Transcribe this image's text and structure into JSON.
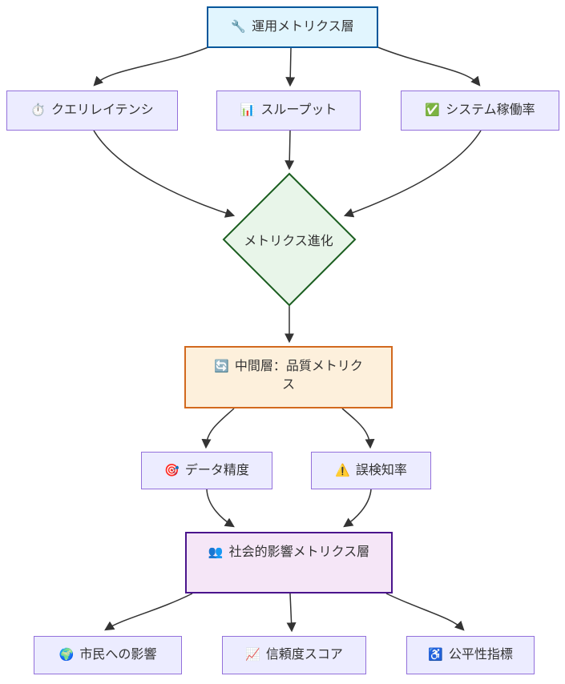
{
  "diagram": {
    "type": "flowchart-top-down",
    "nodes": {
      "ops_layer": {
        "icon": "wrench-icon",
        "glyph": "🔧",
        "label": "運用メトリクス層"
      },
      "query_latency": {
        "icon": "stopwatch-icon",
        "glyph": "⏱️",
        "label": "クエリレイテンシ"
      },
      "throughput": {
        "icon": "bar-chart-icon",
        "glyph": "📊",
        "label": "スループット"
      },
      "uptime": {
        "icon": "check-mark-icon",
        "glyph": "✅",
        "label": "システム稼働率"
      },
      "evolution": {
        "label": "メトリクス進化"
      },
      "mid_layer": {
        "icon": "cycle-arrows-icon",
        "glyph": "🔄",
        "label": "中間層：品質メトリクス"
      },
      "data_accuracy": {
        "icon": "target-icon",
        "glyph": "🎯",
        "label": "データ精度"
      },
      "false_positive": {
        "icon": "warning-icon",
        "glyph": "⚠️",
        "label": "誤検知率"
      },
      "social_layer": {
        "icon": "people-icon",
        "glyph": "👥",
        "label": "社会的影響メトリクス層"
      },
      "citizen_impact": {
        "icon": "globe-icon",
        "glyph": "🌍",
        "label": "市民への影響"
      },
      "trust_score": {
        "icon": "chart-increasing-icon",
        "glyph": "📈",
        "label": "信頼度スコア"
      },
      "fairness": {
        "icon": "wheelchair-icon",
        "glyph": "♿",
        "label": "公平性指標"
      }
    },
    "edges": [
      {
        "from": "ops_layer",
        "to": "query_latency"
      },
      {
        "from": "ops_layer",
        "to": "throughput"
      },
      {
        "from": "ops_layer",
        "to": "uptime"
      },
      {
        "from": "query_latency",
        "to": "evolution"
      },
      {
        "from": "throughput",
        "to": "evolution"
      },
      {
        "from": "uptime",
        "to": "evolution"
      },
      {
        "from": "evolution",
        "to": "mid_layer"
      },
      {
        "from": "mid_layer",
        "to": "data_accuracy"
      },
      {
        "from": "mid_layer",
        "to": "false_positive"
      },
      {
        "from": "data_accuracy",
        "to": "social_layer"
      },
      {
        "from": "false_positive",
        "to": "social_layer"
      },
      {
        "from": "social_layer",
        "to": "citizen_impact"
      },
      {
        "from": "social_layer",
        "to": "trust_score"
      },
      {
        "from": "social_layer",
        "to": "fairness"
      }
    ]
  },
  "colors": {
    "ops_fill": "#e1f5fe",
    "ops_stroke": "#01579b",
    "default_fill": "#ececff",
    "default_stroke": "#9370db",
    "decision_fill": "#e8f5e9",
    "decision_stroke": "#1b5e20",
    "mid_fill": "#fdf0dc",
    "mid_stroke": "#d2691e",
    "social_fill": "#f5e6f7",
    "social_stroke": "#4a148c",
    "edge": "#333333",
    "text": "#333333"
  }
}
